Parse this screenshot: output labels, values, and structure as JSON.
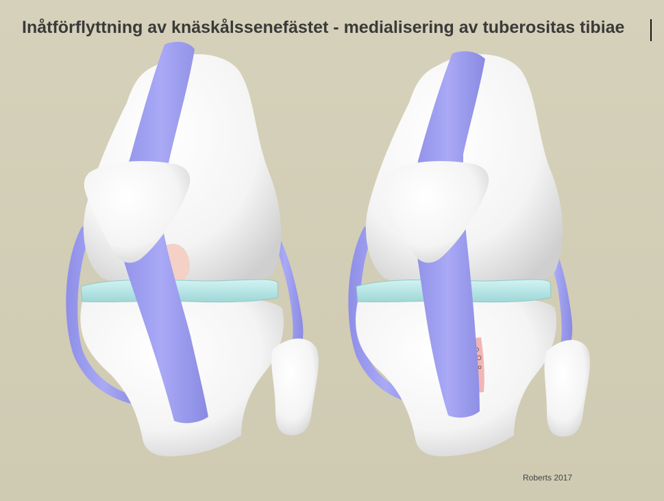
{
  "slide": {
    "title": "Inåtförflyttning av knäskålssenefästet - medialisering av tuberositas tibiae",
    "credit": "Roberts 2017"
  },
  "colors": {
    "background": "#d4cfb7",
    "bone": "#ffffff",
    "ligament": "#9e9ef0",
    "meniscus": "#bfeaea",
    "cartilage": "#f3d1c6",
    "osteotomy": "#f2b5b5"
  },
  "panels": [
    {
      "name": "knee-before"
    },
    {
      "name": "knee-after"
    }
  ]
}
